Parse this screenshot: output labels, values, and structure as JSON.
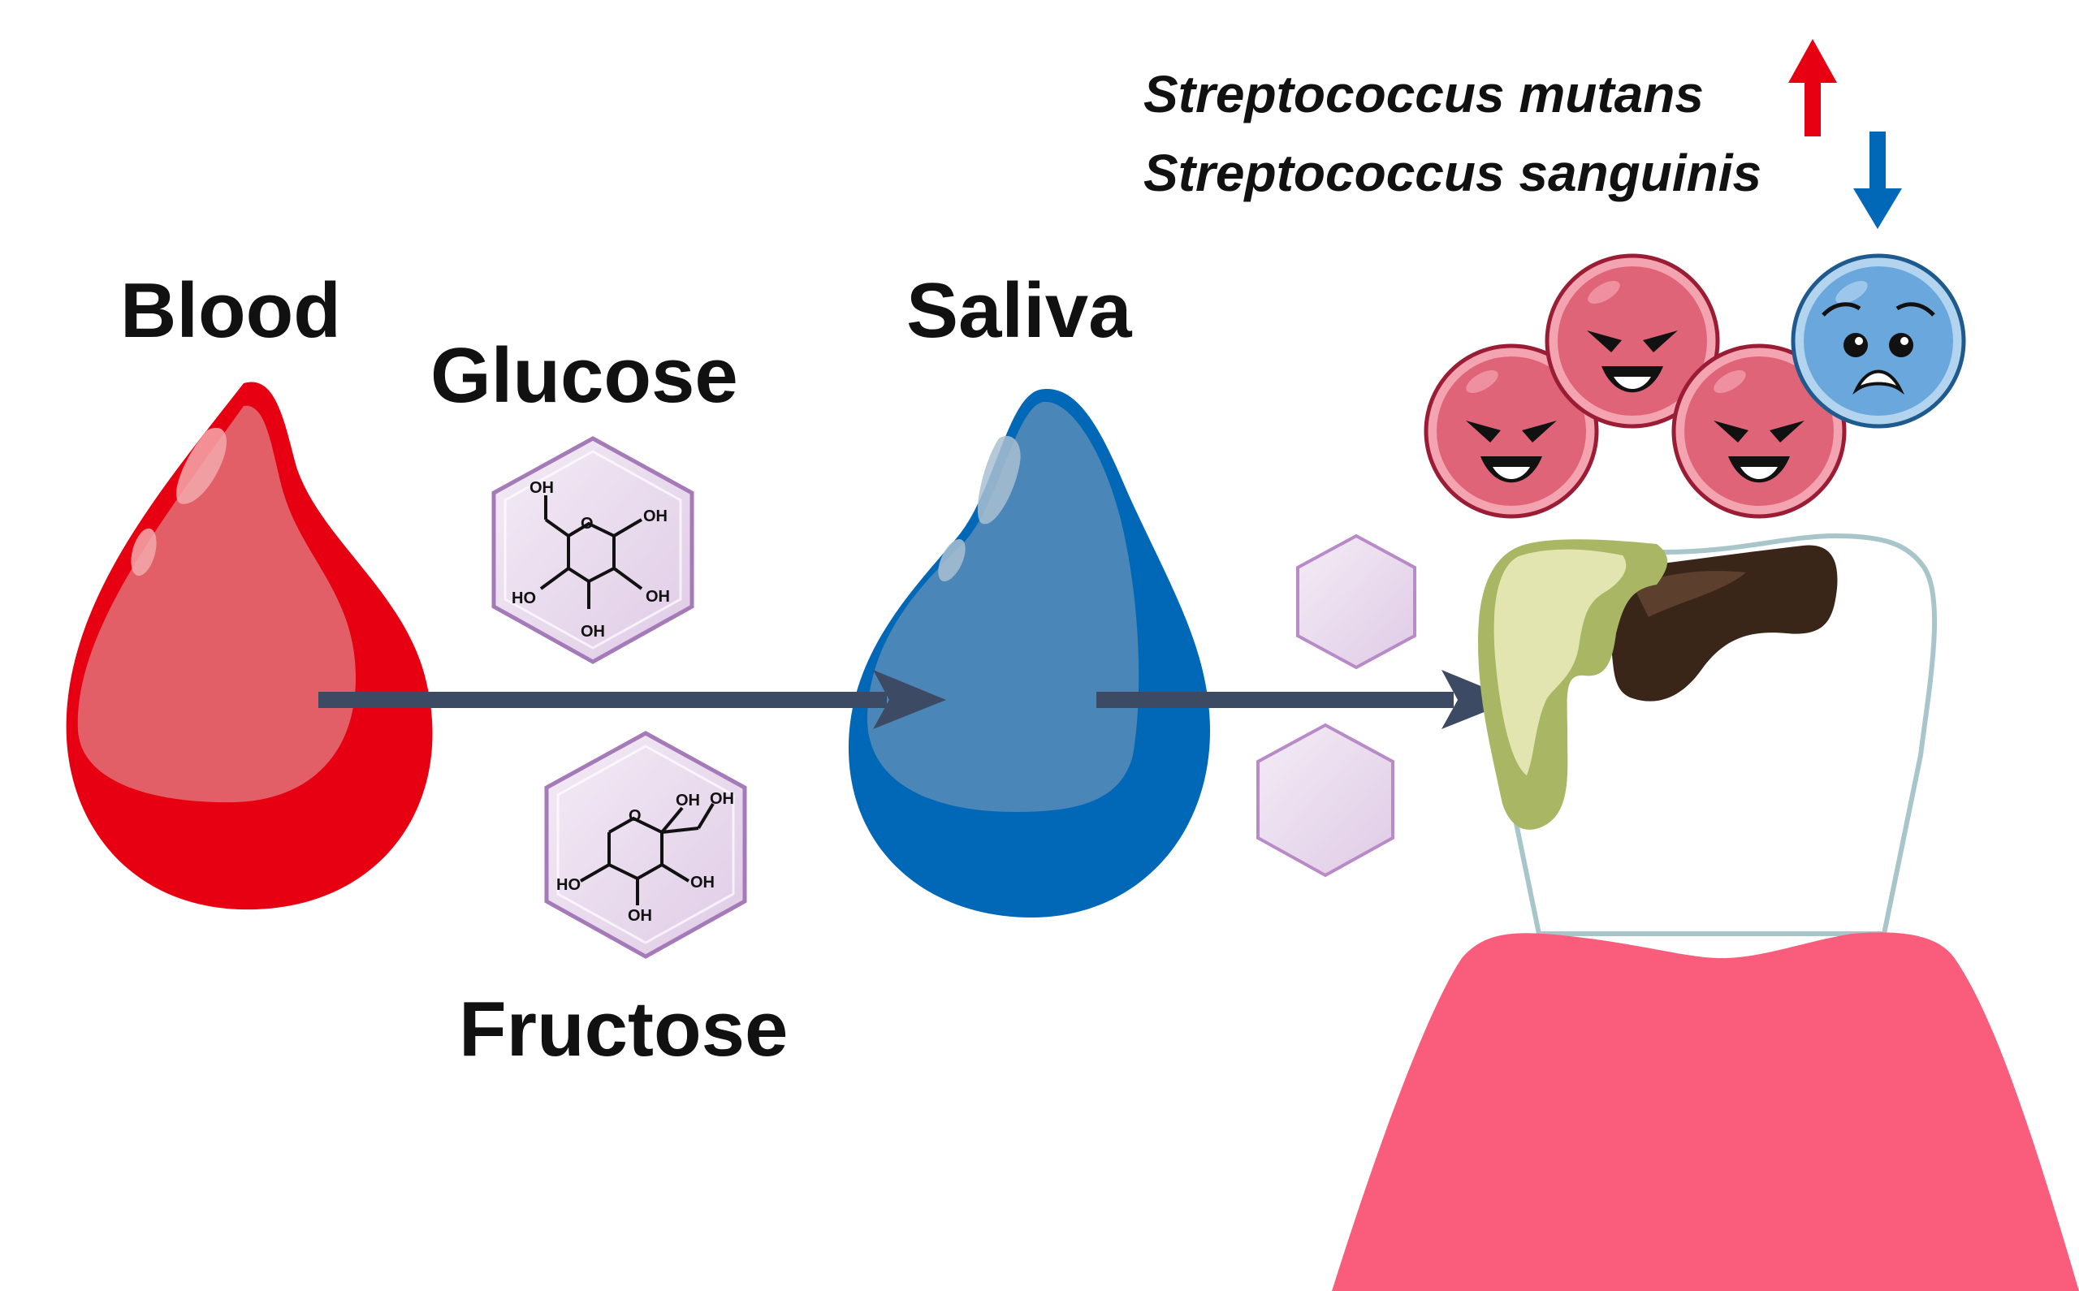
{
  "labels": {
    "blood": "Blood",
    "saliva": "Saliva",
    "glucose": "Glucose",
    "fructose": "Fructose"
  },
  "bacteria": {
    "increased": "Streptococcus mutans",
    "decreased": "Streptococcus sanguinis"
  },
  "chem_labels": {
    "oh": "OH",
    "ho": "HO",
    "o": "O"
  },
  "colors": {
    "blood": "#e60012",
    "saliva": "#0068b7",
    "arrow": "#3d4a63",
    "hexagon": "#c9a8d4",
    "mutans": "#e06478",
    "sanguinis": "#6aa7dc",
    "gum": "#fa5d7b",
    "plaque": "#a9b765",
    "caries": "#3a2618",
    "up_arrow": "#e60012",
    "down_arrow": "#0068b7"
  }
}
